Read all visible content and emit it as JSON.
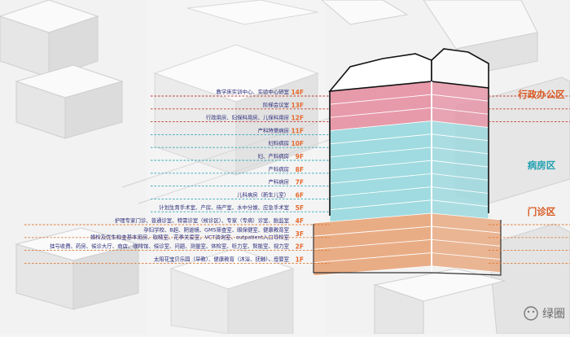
{
  "floors": [
    {
      "num": "14F",
      "label": "教学床实训中心、实验中心研室",
      "zone": "admin"
    },
    {
      "num": "13F",
      "label": "阶梯会议室",
      "zone": "admin"
    },
    {
      "num": "12F",
      "label": "行政用房、妇保科用房、儿保科用房",
      "zone": "admin"
    },
    {
      "num": "11F",
      "label": "产科特需病房",
      "zone": "ward"
    },
    {
      "num": "10F",
      "label": "妇科病房",
      "zone": "ward"
    },
    {
      "num": "9F",
      "label": "妇、产科病房",
      "zone": "ward"
    },
    {
      "num": "8F",
      "label": "产科病房",
      "zone": "ward"
    },
    {
      "num": "7F",
      "label": "产科病房",
      "zone": "ward"
    },
    {
      "num": "6F",
      "label": "儿科病房（新生儿室）",
      "zone": "ward"
    },
    {
      "num": "5F",
      "label": "计划生育手术室、产房、待产室、水中分娩、应急手术室",
      "zone": "ward"
    },
    {
      "num": "4F",
      "label": "护理专家门诊、普通诊室、特需诊室（候诊区）、专家（专病）诊室、胎监室",
      "zone": "clinic"
    },
    {
      "num": "3F",
      "label": "孕妇学校、B超、阴道镜、GMS筛查室、眼保健室、健康教育室\n婚检及优生检查基本用房、取精室、花季关爱室、VCT咨询室、outpatient入口导检室",
      "zone": "clinic"
    },
    {
      "num": "2F",
      "label": "挂号收费、药房、候诊大厅、商店、咖啡馆、候诊室、问题、测量室、体检室、听力室、智能室、视力室",
      "zone": "clinic"
    },
    {
      "num": "1F",
      "label": "太阳花宝贝乐园（早教）、健康教育（沐浴、抚触）、母婴室",
      "zone": "clinic"
    }
  ],
  "zones": {
    "admin": {
      "label": "行政办公区"
    },
    "ward": {
      "label": "病房区"
    },
    "clinic": {
      "label": "门诊区"
    }
  },
  "colors": {
    "admin_fill": "#e79aaa",
    "admin_top": "#f3c7d1",
    "ward_fill": "#9fdbe0",
    "ward_top": "#c9eef1",
    "clinic_fill": "#e9ad86",
    "clinic_top": "#f6d0b6",
    "label_text": "#2a2a7a",
    "floor_num": "#e46a2e",
    "dash_red": "#c0392b",
    "dash_teal": "#2ca7b6",
    "dash_orange": "#e07a33",
    "zone_text": "#d9581f",
    "zone_teal": "#1e9fb0"
  },
  "watermark": {
    "text": "绿圈"
  }
}
